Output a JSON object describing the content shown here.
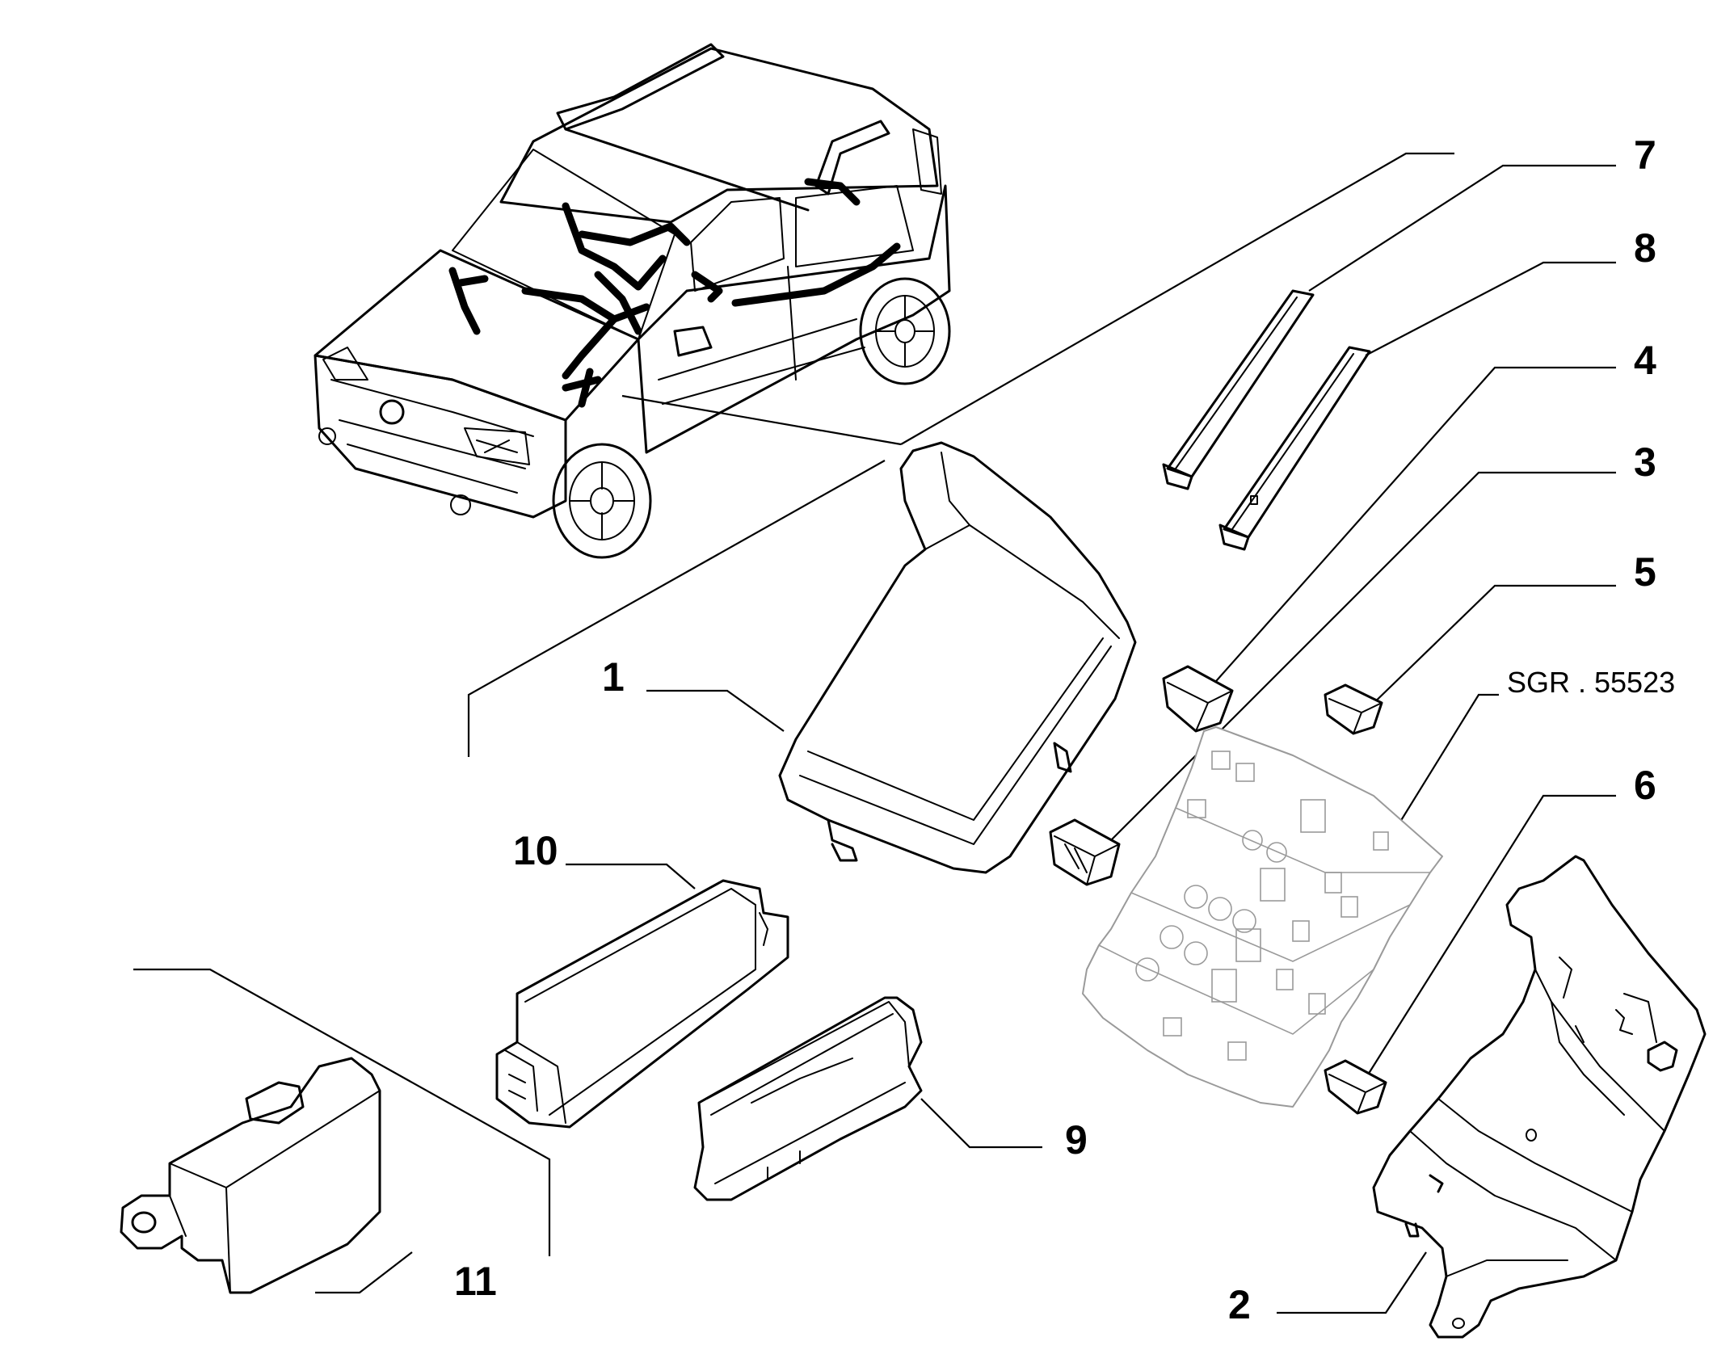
{
  "reference_code": "SGR . 55523",
  "callouts": [
    {
      "id": "1",
      "label": "1"
    },
    {
      "id": "2",
      "label": "2"
    },
    {
      "id": "3",
      "label": "3"
    },
    {
      "id": "4",
      "label": "4"
    },
    {
      "id": "5",
      "label": "5"
    },
    {
      "id": "6",
      "label": "6"
    },
    {
      "id": "7",
      "label": "7"
    },
    {
      "id": "8",
      "label": "8"
    },
    {
      "id": "9",
      "label": "9"
    },
    {
      "id": "10",
      "label": "10"
    },
    {
      "id": "11",
      "label": "11"
    }
  ]
}
